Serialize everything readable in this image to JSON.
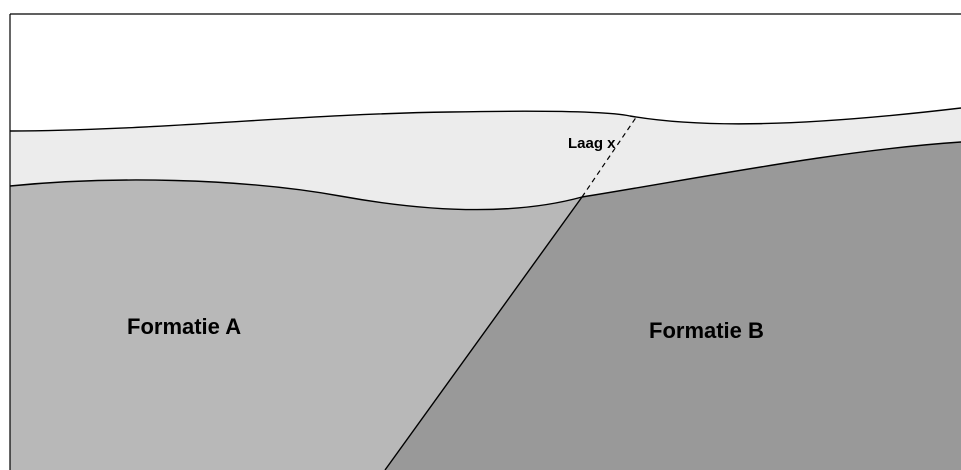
{
  "labels": {
    "formation_a": "Formatie A",
    "formation_b": "Formatie B",
    "layer_x": "Laag x"
  },
  "colors": {
    "sky": "#ffffff",
    "layer_x": "#ececec",
    "formation_a": "#b8b8b8",
    "formation_b": "#999999",
    "line": "#000000"
  }
}
